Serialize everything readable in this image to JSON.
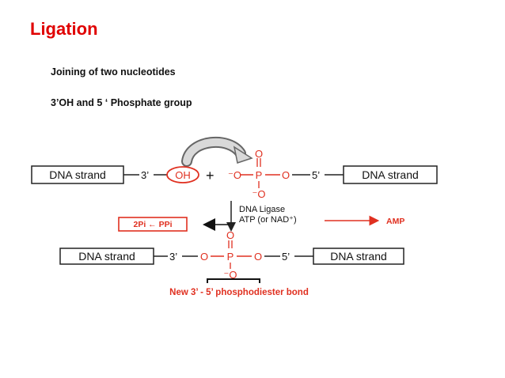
{
  "slide": {
    "title": "Ligation",
    "bullets": [
      "Joining of two nucleotides",
      "3’OH and 5 ‘ Phosphate group"
    ]
  },
  "diagram": {
    "top_row": {
      "left_box": "DNA strand",
      "three_prime": "3’",
      "oh": "OH",
      "plus": "+",
      "phosphate_top_o": "O",
      "phosphate_left_o": "⁻O",
      "phosphate_p": "P",
      "phosphate_right_o": "O",
      "phosphate_bottom_o": "⁻O",
      "five_prime": "5’",
      "right_box": "DNA strand"
    },
    "enzyme_line1": "DNA Ligase",
    "enzyme_line2": "ATP (or NAD⁺)",
    "byproduct_left": "2Pi ← PPi",
    "byproduct_right": "AMP",
    "bottom_row": {
      "left_box": "DNA strand",
      "three_prime": "3’",
      "left_o": "O",
      "top_o": "O",
      "p": "P",
      "right_o": "O",
      "bottom_o": "⁻O",
      "five_prime": "5’",
      "right_box": "DNA strand"
    },
    "bond_label": "New 3’ - 5’ phosphodiester bond"
  }
}
